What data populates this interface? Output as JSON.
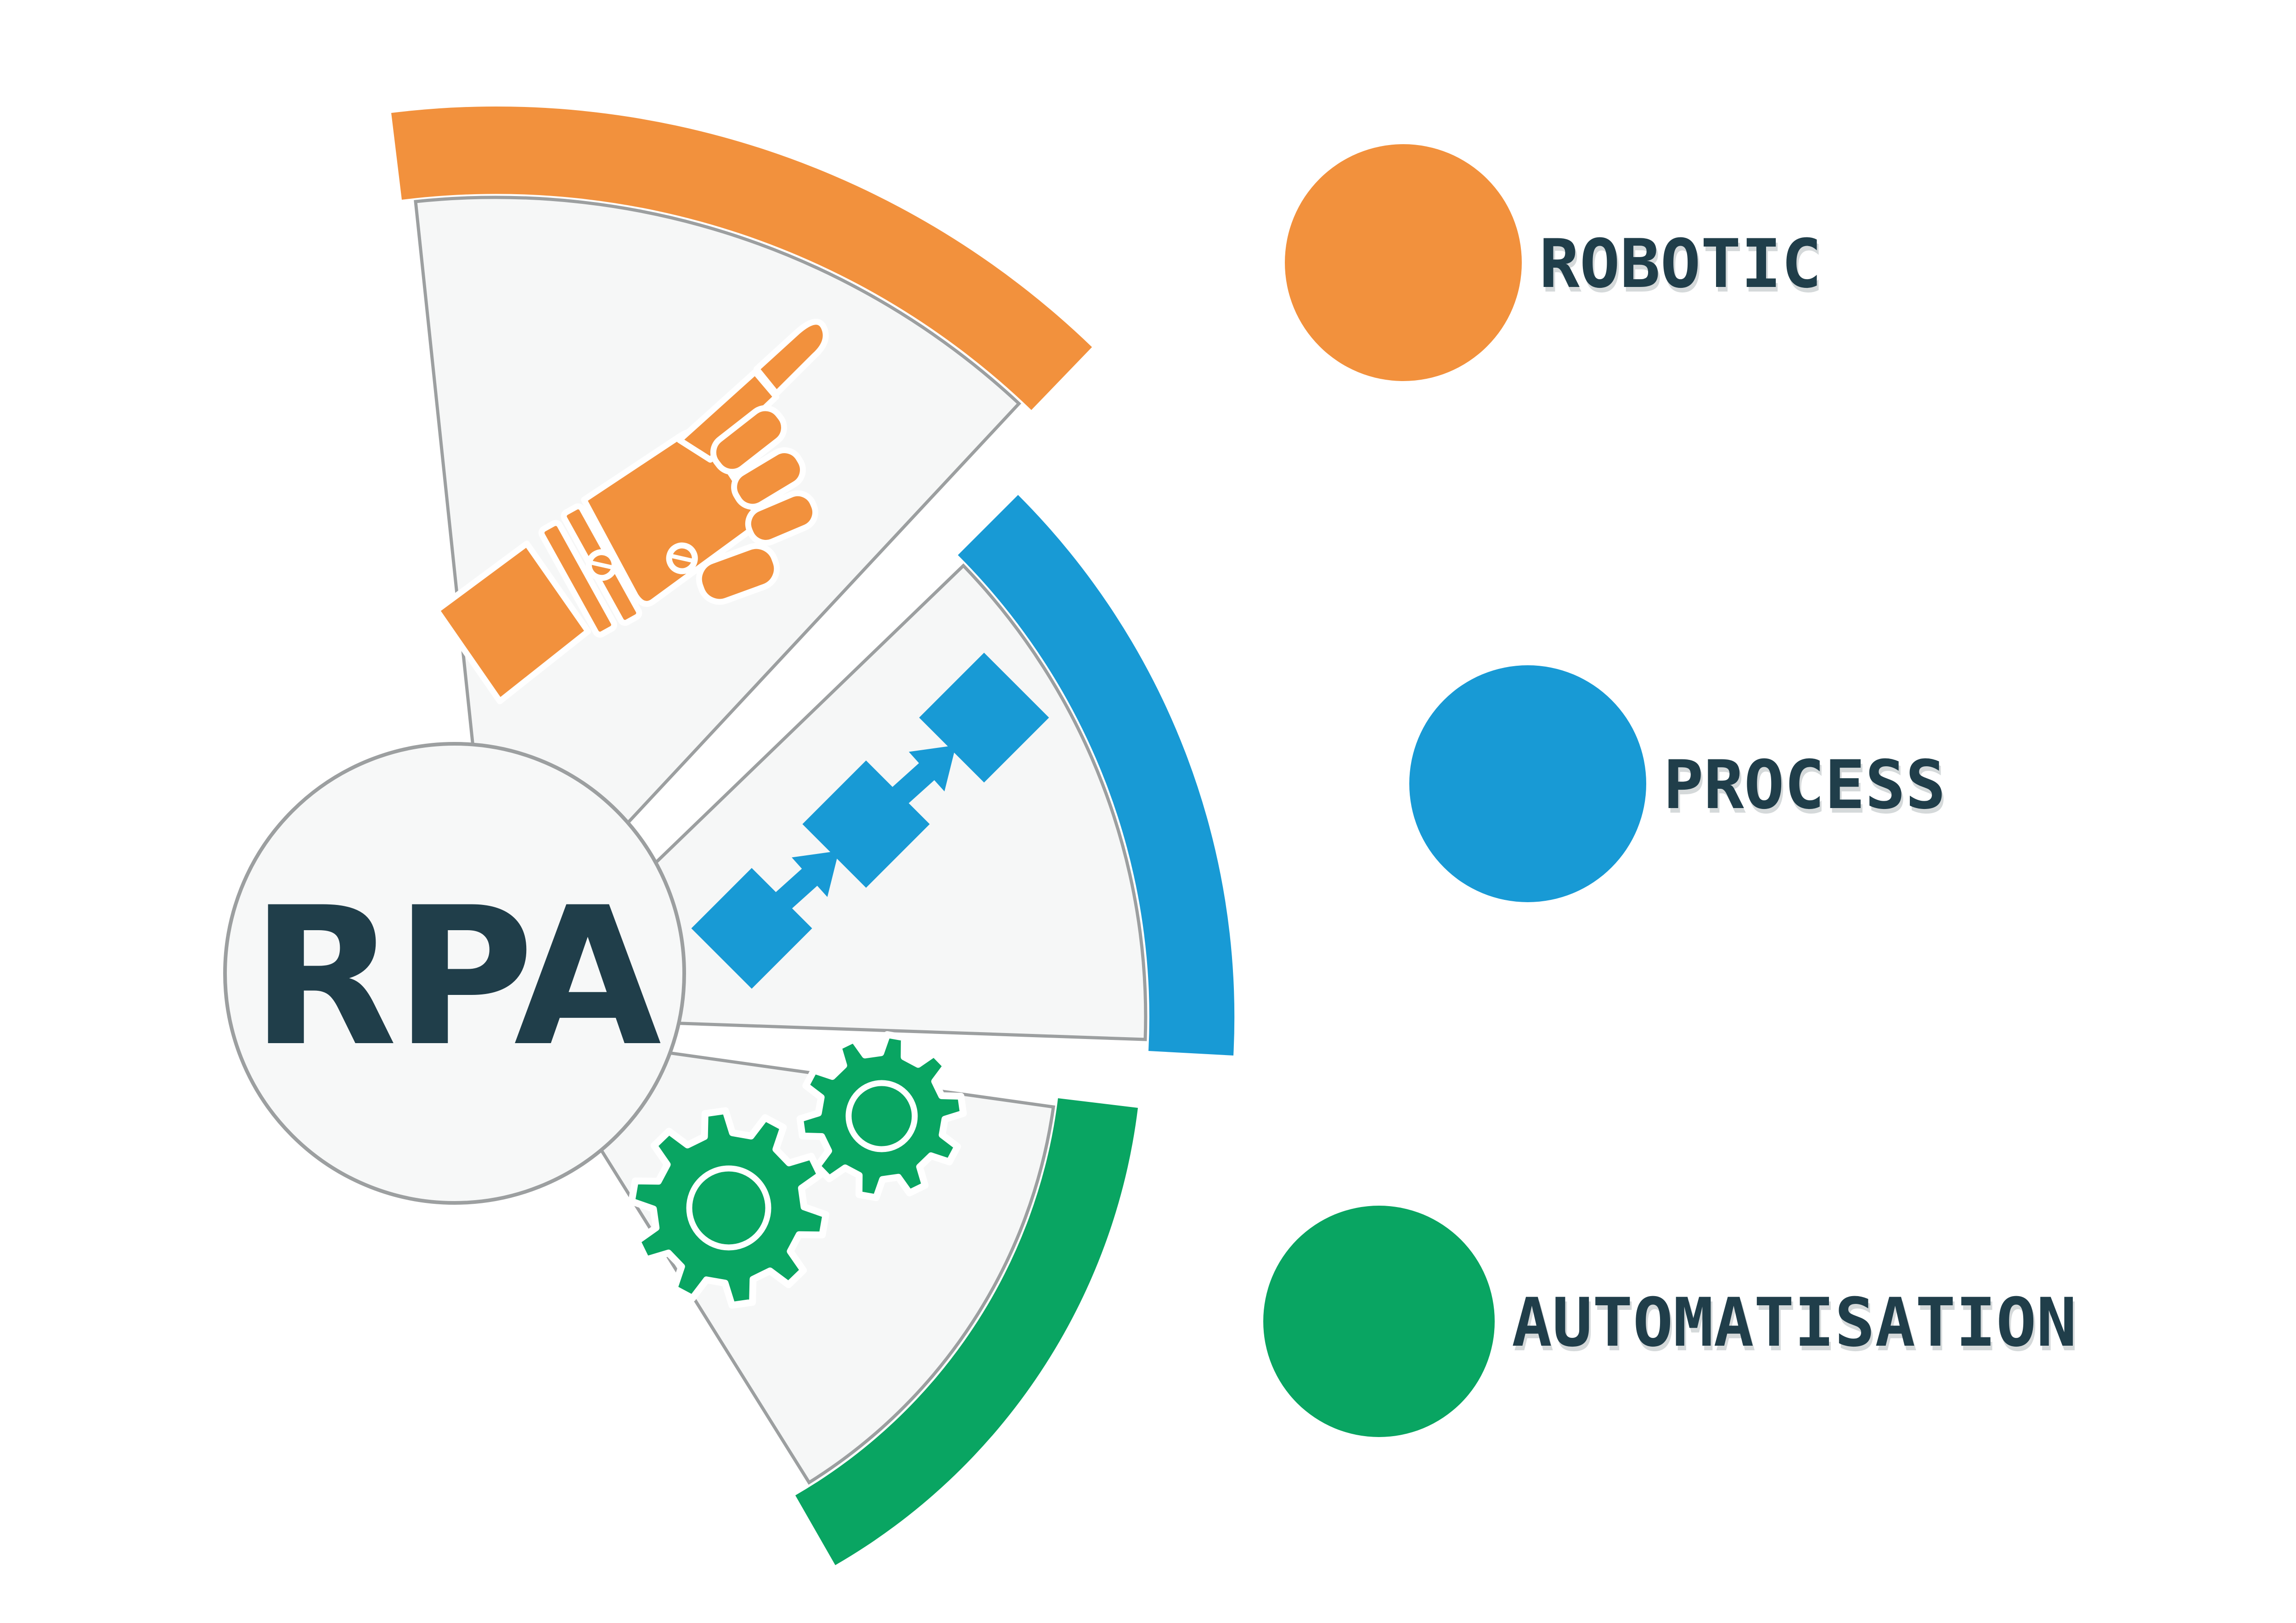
{
  "title": "RPA acronym infographic",
  "colors": {
    "orange": "#F2913D",
    "blue": "#189AD5",
    "green": "#09A562",
    "navy": "#203E4A",
    "wedge_fill": "#F6F7F7",
    "outline_gray": "#9C9FA0",
    "circle_fill": "#F7F8F8",
    "background": "#FFFFFF"
  },
  "center": {
    "acronym": "RPA"
  },
  "legend": [
    {
      "label": "ROBOTIC",
      "color_key": "orange"
    },
    {
      "label": "PROCESS",
      "color_key": "blue"
    },
    {
      "label": "AUTOMATISATION",
      "color_key": "green"
    }
  ],
  "sectors": [
    {
      "name": "robotic",
      "icon": "robot-hand-icon",
      "color_key": "orange"
    },
    {
      "name": "process",
      "icon": "process-steps-icon",
      "color_key": "blue"
    },
    {
      "name": "automatisation",
      "icon": "gears-icon",
      "color_key": "green"
    }
  ]
}
